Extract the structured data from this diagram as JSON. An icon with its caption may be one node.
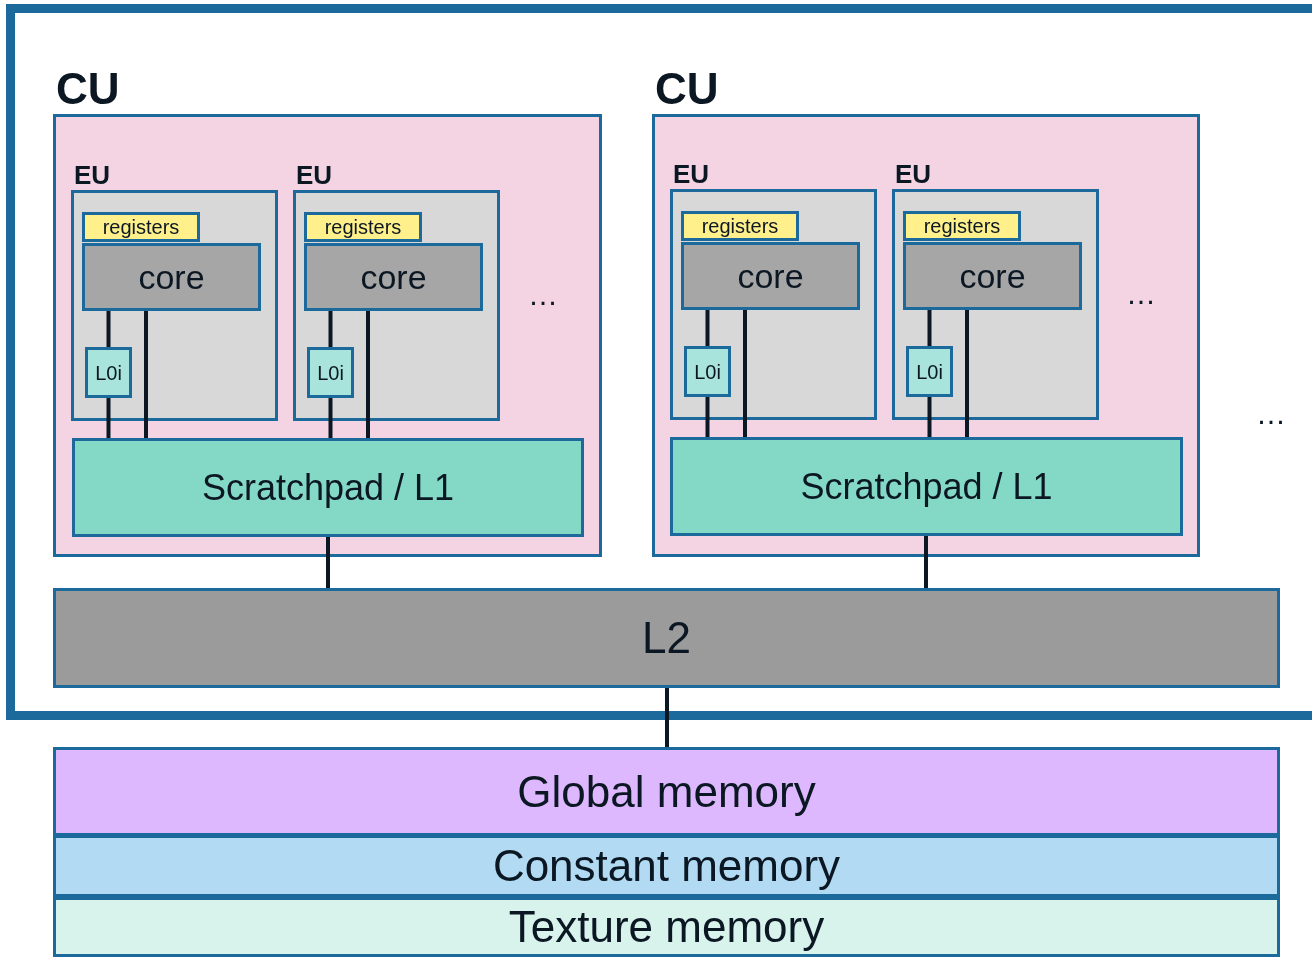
{
  "diagram": {
    "nodes": [
      {
        "text": [],
        "shape": "box"
      },
      {
        "text": [
          "CU"
        ],
        "in": 0
      },
      {
        "text": [
          "EU"
        ],
        "in": 1
      },
      {
        "text": [
          "registers"
        ],
        "in": 2
      },
      {
        "text": [
          "core"
        ],
        "in": 2
      },
      {
        "text": [
          "L0i"
        ],
        "in": 2
      },
      {
        "text": [
          "EU"
        ],
        "in": 1
      },
      {
        "text": [
          "registers"
        ],
        "in": 6
      },
      {
        "text": [
          "core"
        ],
        "in": 6
      },
      {
        "text": [
          "L0i"
        ],
        "in": 6
      },
      {
        "text": [
          "Scratchpad / L1"
        ],
        "in": 1
      },
      {
        "text": [
          "CU"
        ],
        "in": 0
      },
      {
        "text": [
          "EU"
        ],
        "in": 11
      },
      {
        "text": [
          "registers"
        ],
        "in": 12
      },
      {
        "text": [
          "core"
        ],
        "in": 12
      },
      {
        "text": [
          "L0i"
        ],
        "in": 12
      },
      {
        "text": [
          "EU"
        ],
        "in": 11
      },
      {
        "text": [
          "registers"
        ],
        "in": 16
      },
      {
        "text": [
          "core"
        ],
        "in": 16
      },
      {
        "text": [
          "L0i"
        ],
        "in": 16
      },
      {
        "text": [
          "Scratchpad / L1"
        ],
        "in": 11
      },
      {
        "text": [
          "L2"
        ],
        "in": 0
      },
      {
        "text": [
          "Global memory"
        ]
      },
      {
        "text": [
          "Constant memory"
        ]
      },
      {
        "text": [
          "Texture memory"
        ]
      }
    ],
    "edges": [
      {
        "from": 4,
        "to": 5,
        "arrow": "none"
      },
      {
        "from": 5,
        "to": 10,
        "arrow": "none"
      },
      {
        "from": 4,
        "to": 10,
        "arrow": "none"
      },
      {
        "from": 8,
        "to": 9,
        "arrow": "none"
      },
      {
        "from": 9,
        "to": 10,
        "arrow": "none"
      },
      {
        "from": 8,
        "to": 10,
        "arrow": "none"
      },
      {
        "from": 14,
        "to": 15,
        "arrow": "none"
      },
      {
        "from": 15,
        "to": 20,
        "arrow": "none"
      },
      {
        "from": 14,
        "to": 20,
        "arrow": "none"
      },
      {
        "from": 18,
        "to": 19,
        "arrow": "none"
      },
      {
        "from": 19,
        "to": 20,
        "arrow": "none"
      },
      {
        "from": 18,
        "to": 20,
        "arrow": "none"
      },
      {
        "from": 10,
        "to": 21,
        "arrow": "none"
      },
      {
        "from": 20,
        "to": 21,
        "arrow": "none"
      },
      {
        "from": 21,
        "to": 22,
        "arrow": "none"
      }
    ],
    "labels": [
      "…",
      "…",
      "…"
    ]
  }
}
